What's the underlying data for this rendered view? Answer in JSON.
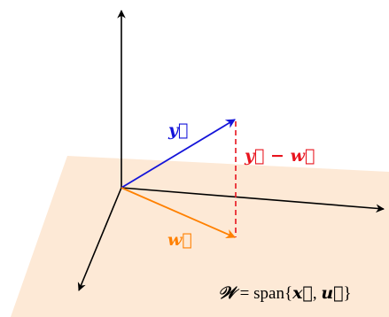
{
  "diagram": {
    "label_y": "y⃗",
    "label_w": "w⃗",
    "label_diff": "y⃗ − w⃗",
    "label_subspace_symbol": "𝒲",
    "label_subspace_rest": " = span{",
    "label_subspace_x": "x⃗",
    "label_subspace_comma": ", ",
    "label_subspace_u": "u⃗",
    "label_subspace_close": "}",
    "colors": {
      "plane": "#fde9d6",
      "axes": "#000000",
      "y_vector": "#1414d9",
      "w_vector": "#ff8000",
      "difference": "#e8141e"
    }
  }
}
